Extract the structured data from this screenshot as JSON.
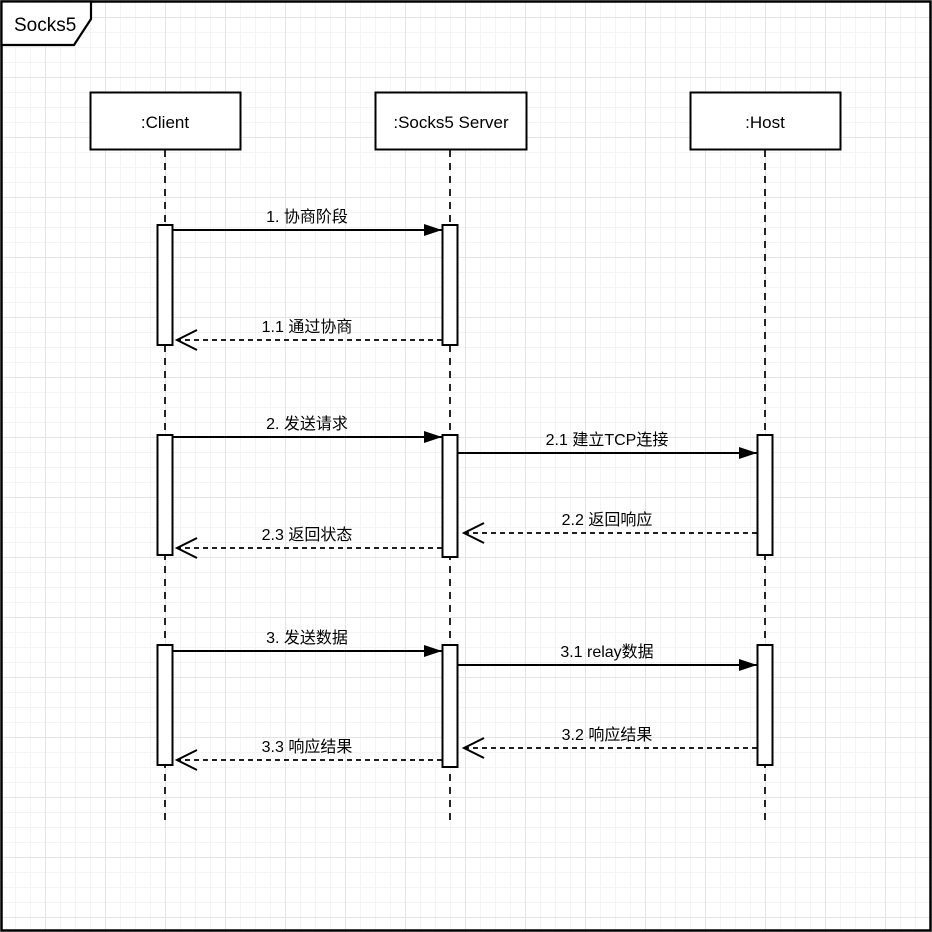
{
  "frame": {
    "title": "Socks5"
  },
  "actors": [
    {
      "id": "client",
      "label": ":Client"
    },
    {
      "id": "socks5_server",
      "label": ":Socks5 Server"
    },
    {
      "id": "host",
      "label": ":Host"
    }
  ],
  "messages": [
    {
      "seq": "1",
      "label": "1. 协商阶段",
      "from": "client",
      "to": "socks5_server",
      "style": "solid-call"
    },
    {
      "seq": "1.1",
      "label": "1.1 通过协商",
      "from": "socks5_server",
      "to": "client",
      "style": "dashed-return"
    },
    {
      "seq": "2",
      "label": "2. 发送请求",
      "from": "client",
      "to": "socks5_server",
      "style": "solid-call"
    },
    {
      "seq": "2.1",
      "label": "2.1 建立TCP连接",
      "from": "socks5_server",
      "to": "host",
      "style": "solid-call"
    },
    {
      "seq": "2.2",
      "label": "2.2 返回响应",
      "from": "host",
      "to": "socks5_server",
      "style": "dashed-return"
    },
    {
      "seq": "2.3",
      "label": "2.3 返回状态",
      "from": "socks5_server",
      "to": "client",
      "style": "dashed-return"
    },
    {
      "seq": "3",
      "label": "3. 发送数据",
      "from": "client",
      "to": "socks5_server",
      "style": "solid-call"
    },
    {
      "seq": "3.1",
      "label": "3.1 relay数据",
      "from": "socks5_server",
      "to": "host",
      "style": "solid-call"
    },
    {
      "seq": "3.2",
      "label": "3.2 响应结果",
      "from": "host",
      "to": "socks5_server",
      "style": "dashed-return"
    },
    {
      "seq": "3.3",
      "label": "3.3 响应结果",
      "from": "socks5_server",
      "to": "client",
      "style": "dashed-return"
    }
  ],
  "colors": {
    "stroke": "#000000",
    "background": "#ffffff",
    "grid_minor": "#f4f4f4",
    "grid_major": "#e4e4e4"
  }
}
